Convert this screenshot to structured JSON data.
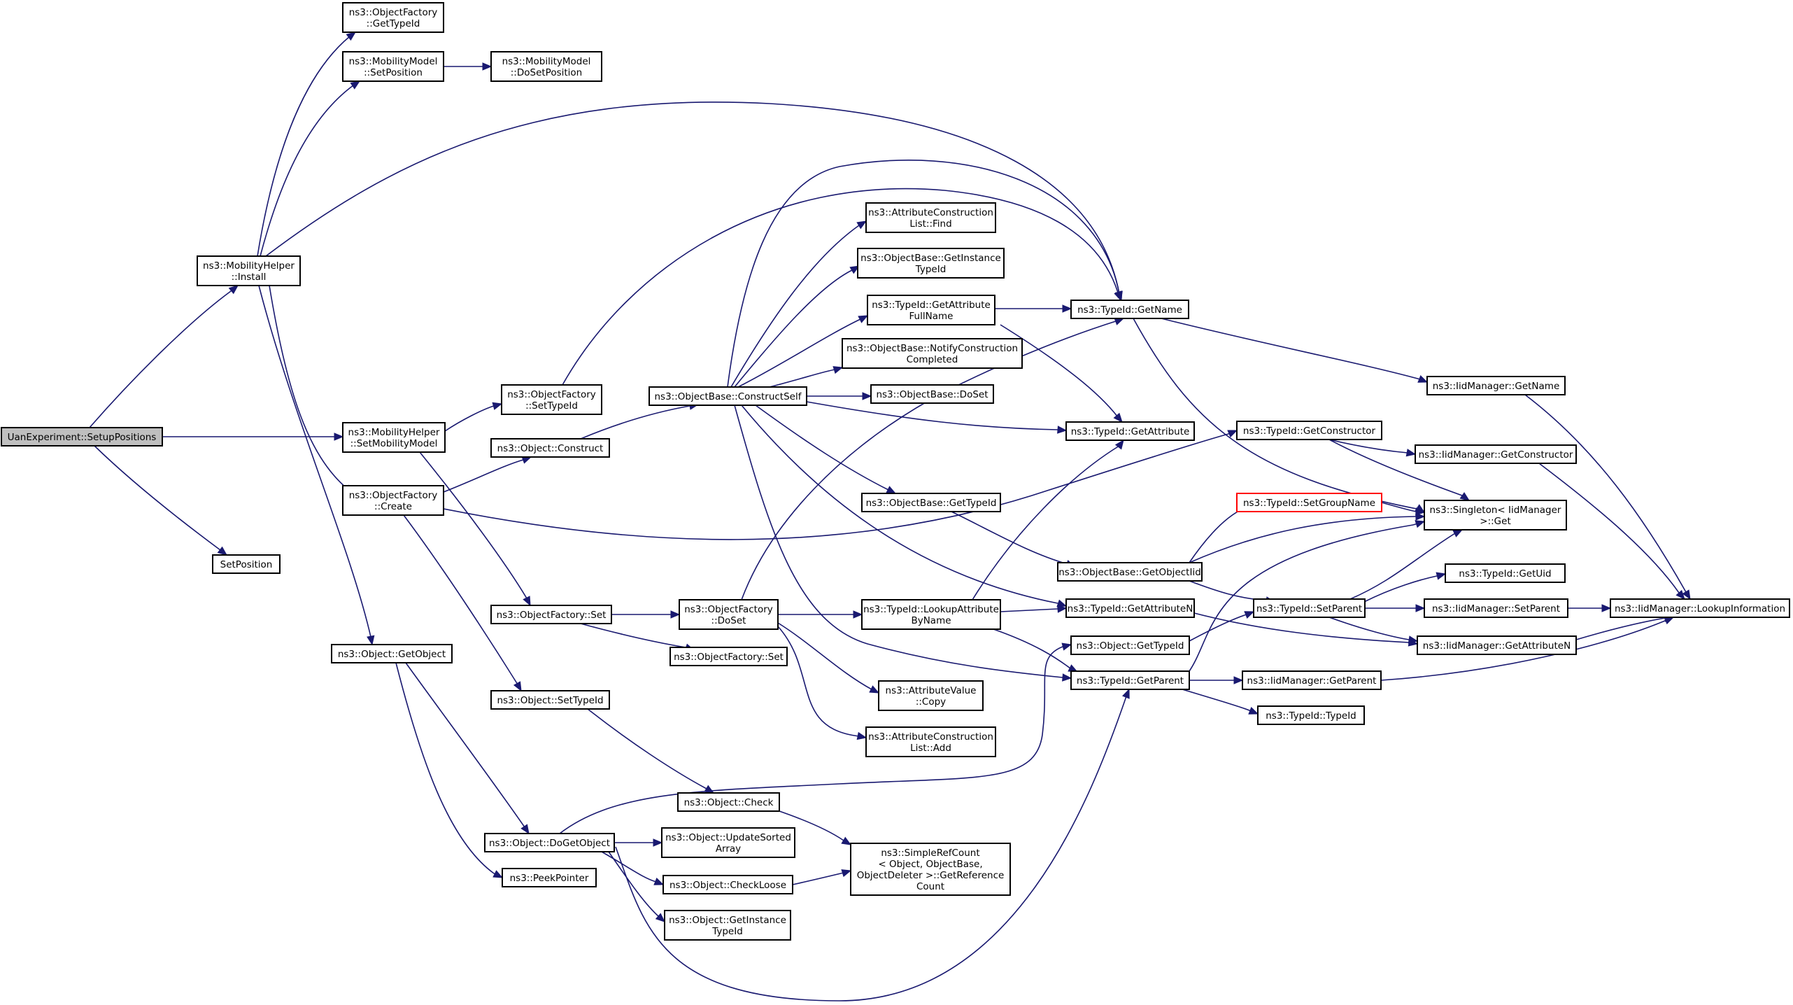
{
  "diagram": {
    "type": "call-graph",
    "colors": {
      "edge": "#191970",
      "node_border": "#000000",
      "root_fill": "#bfbfbf",
      "truncated_border": "#ff0000",
      "background": "#ffffff"
    },
    "nodes": [
      {
        "id": "setup_positions",
        "lines": [
          "UanExperiment::SetupPositions"
        ],
        "style": "root"
      },
      {
        "id": "mh_install",
        "lines": [
          "ns3::MobilityHelper",
          "::Install"
        ]
      },
      {
        "id": "of_gettypeid",
        "lines": [
          "ns3::ObjectFactory",
          "::GetTypeId"
        ]
      },
      {
        "id": "mm_setposition",
        "lines": [
          "ns3::MobilityModel",
          "::SetPosition"
        ]
      },
      {
        "id": "mm_dosetposition",
        "lines": [
          "ns3::MobilityModel",
          "::DoSetPosition"
        ]
      },
      {
        "id": "mh_setmobilitymodel",
        "lines": [
          "ns3::MobilityHelper",
          "::SetMobilityModel"
        ]
      },
      {
        "id": "of_settypeid",
        "lines": [
          "ns3::ObjectFactory",
          "::SetTypeId"
        ]
      },
      {
        "id": "of_create",
        "lines": [
          "ns3::ObjectFactory",
          "::Create"
        ]
      },
      {
        "id": "setposition",
        "lines": [
          "SetPosition"
        ]
      },
      {
        "id": "obj_getobject",
        "lines": [
          "ns3::Object::GetObject"
        ]
      },
      {
        "id": "obj_construct",
        "lines": [
          "ns3::Object::Construct"
        ]
      },
      {
        "id": "ob_constructself",
        "lines": [
          "ns3::ObjectBase::ConstructSelf"
        ]
      },
      {
        "id": "acl_find",
        "lines": [
          "ns3::AttributeConstruction",
          "List::Find"
        ]
      },
      {
        "id": "ob_getinstancetypeid",
        "lines": [
          "ns3::ObjectBase::GetInstance",
          "TypeId"
        ]
      },
      {
        "id": "tid_getattributefullname",
        "lines": [
          "ns3::TypeId::GetAttribute",
          "FullName"
        ]
      },
      {
        "id": "ob_notifyconstruction",
        "lines": [
          "ns3::ObjectBase::NotifyConstruction",
          "Completed"
        ]
      },
      {
        "id": "ob_doset",
        "lines": [
          "ns3::ObjectBase::DoSet"
        ]
      },
      {
        "id": "tid_getname",
        "lines": [
          "ns3::TypeId::GetName"
        ]
      },
      {
        "id": "tid_getattribute",
        "lines": [
          "ns3::TypeId::GetAttribute"
        ]
      },
      {
        "id": "ob_gettypeid",
        "lines": [
          "ns3::ObjectBase::GetTypeId"
        ]
      },
      {
        "id": "ob_getobjectiid",
        "lines": [
          "ns3::ObjectBase::GetObjectIid"
        ]
      },
      {
        "id": "tid_getattributen",
        "lines": [
          "ns3::TypeId::GetAttributeN"
        ]
      },
      {
        "id": "of_set1",
        "lines": [
          "ns3::ObjectFactory::Set"
        ]
      },
      {
        "id": "of_doset",
        "lines": [
          "ns3::ObjectFactory",
          "::DoSet"
        ]
      },
      {
        "id": "of_set2",
        "lines": [
          "ns3::ObjectFactory::Set"
        ]
      },
      {
        "id": "tid_lookupattribute",
        "lines": [
          "ns3::TypeId::LookupAttribute",
          "ByName"
        ]
      },
      {
        "id": "av_copy",
        "lines": [
          "ns3::AttributeValue",
          "::Copy"
        ]
      },
      {
        "id": "acl_add",
        "lines": [
          "ns3::AttributeConstruction",
          "List::Add"
        ]
      },
      {
        "id": "obj_settypeid",
        "lines": [
          "ns3::Object::SetTypeId"
        ]
      },
      {
        "id": "obj_check",
        "lines": [
          "ns3::Object::Check"
        ]
      },
      {
        "id": "obj_dogetobject",
        "lines": [
          "ns3::Object::DoGetObject"
        ]
      },
      {
        "id": "peekpointer",
        "lines": [
          "ns3::PeekPointer"
        ]
      },
      {
        "id": "obj_updatesorted",
        "lines": [
          "ns3::Object::UpdateSorted",
          "Array"
        ]
      },
      {
        "id": "obj_checkloose",
        "lines": [
          "ns3::Object::CheckLoose"
        ]
      },
      {
        "id": "obj_getinstancetypeid",
        "lines": [
          "ns3::Object::GetInstance",
          "TypeId"
        ]
      },
      {
        "id": "srcount",
        "lines": [
          "ns3::SimpleRefCount",
          "< Object, ObjectBase,",
          "ObjectDeleter >::GetReference",
          "Count"
        ]
      },
      {
        "id": "obj_gettypeid",
        "lines": [
          "ns3::Object::GetTypeId"
        ]
      },
      {
        "id": "tid_getparent",
        "lines": [
          "ns3::TypeId::GetParent"
        ]
      },
      {
        "id": "tid_getconstructor",
        "lines": [
          "ns3::TypeId::GetConstructor"
        ]
      },
      {
        "id": "tid_setgroupname",
        "lines": [
          "ns3::TypeId::SetGroupName"
        ],
        "style": "truncated"
      },
      {
        "id": "tid_setparent",
        "lines": [
          "ns3::TypeId::SetParent"
        ]
      },
      {
        "id": "iid_getname",
        "lines": [
          "ns3::IidManager::GetName"
        ]
      },
      {
        "id": "iid_getconstructor",
        "lines": [
          "ns3::IidManager::GetConstructor"
        ]
      },
      {
        "id": "singleton_get",
        "lines": [
          "ns3::Singleton< IidManager",
          ">::Get"
        ]
      },
      {
        "id": "tid_getuid",
        "lines": [
          "ns3::TypeId::GetUid"
        ]
      },
      {
        "id": "iid_setparent",
        "lines": [
          "ns3::IidManager::SetParent"
        ]
      },
      {
        "id": "iid_getattributen",
        "lines": [
          "ns3::IidManager::GetAttributeN"
        ]
      },
      {
        "id": "iid_getparent",
        "lines": [
          "ns3::IidManager::GetParent"
        ]
      },
      {
        "id": "tid_typeid",
        "lines": [
          "ns3::TypeId::TypeId"
        ]
      },
      {
        "id": "iid_lookupinformation",
        "lines": [
          "ns3::IidManager::LookupInformation"
        ]
      }
    ]
  }
}
